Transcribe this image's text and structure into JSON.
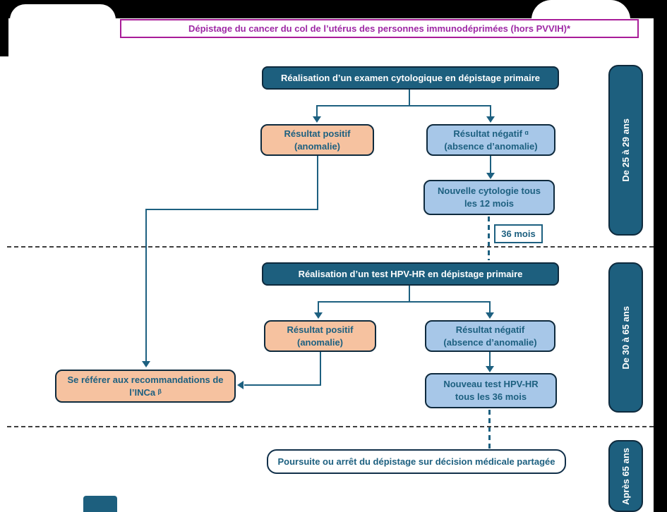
{
  "page": {
    "title": "Dépistage du cancer du col de l’utérus des personnes immunodéprimées (hors PVVIH)*"
  },
  "section_25_29": {
    "header": "Réalisation d’un examen cytologique en dépistage primaire",
    "positive": "Résultat positif\n(anomalie)",
    "negative": "Résultat négatif ᵅ\n(absence d’anomalie)",
    "followup": "Nouvelle cytologie tous\nles 12 mois",
    "interval_label": "36 mois"
  },
  "section_30_65": {
    "header": "Réalisation d’un test HPV-HR en dépistage primaire",
    "positive": "Résultat positif\n(anomalie)",
    "negative": "Résultat négatif\n(absence d’anomalie)",
    "followup": "Nouveau test HPV-HR\ntous les 36 mois",
    "referral": "Se référer aux recommandations de\nl’INCa ᵝ"
  },
  "section_65_plus": {
    "decision": "Poursuite ou arrêt du dépistage sur décision médicale partagée"
  },
  "age_bands": {
    "band1": "De 25 à 29 ans",
    "band2": "De 30 à 65 ans",
    "band3": "Après 65 ans"
  },
  "colors": {
    "dark_teal": "#1d5f7e",
    "salmon": "#f6c2a0",
    "light_blue": "#a7c7e8",
    "navy_border": "#0e2a3d",
    "teal_text": "#1d6080",
    "purple": "#9e28a5",
    "separator_gray": "#3f3f3f"
  }
}
